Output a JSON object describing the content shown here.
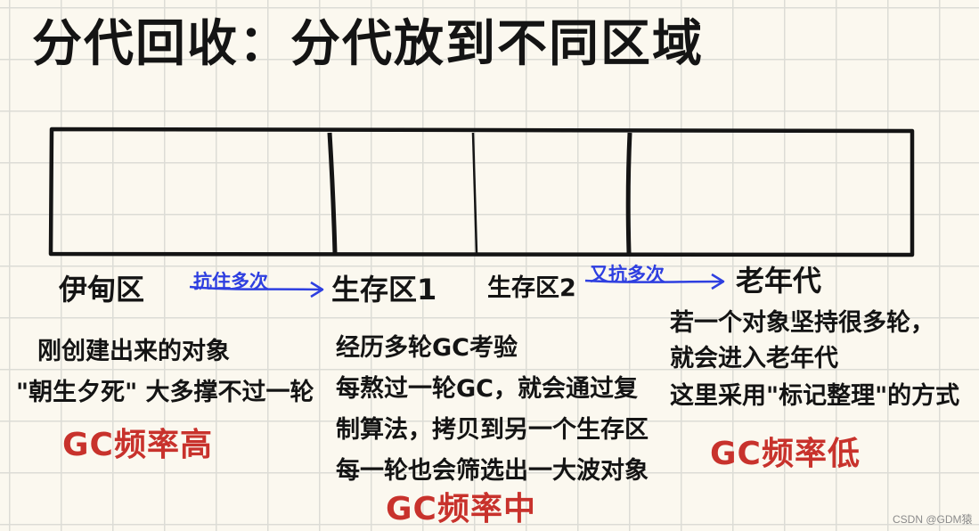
{
  "title": "分代回收：分代放到不同区域",
  "regions": [
    {
      "label": "伊甸区",
      "notes": [
        "刚创建出来的对象",
        "\"朝生夕死\" 大多撑不过一轮"
      ],
      "frequency": "GC频率高"
    },
    {
      "label": "生存区1",
      "notes": [
        "经历多轮GC考验",
        "每熬过一轮GC，就会通过复",
        "制算法，拷贝到另一个生存区",
        "每一轮也会筛选出一大波对象"
      ],
      "frequency": "GC频率中"
    },
    {
      "label": "生存区2"
    },
    {
      "label": "老年代",
      "notes": [
        "若一个对象坚持很多轮，",
        "就会进入老年代",
        "这里采用\"标记整理\"的方式"
      ],
      "frequency": "GC频率低"
    }
  ],
  "arrows": [
    {
      "label": "抗住多次"
    },
    {
      "label": "又抗多次"
    }
  ],
  "watermark": "CSDN @GDM猿",
  "colors": {
    "ink": "#141414",
    "arrow": "#2e3fe0",
    "frequency": "#c8322c",
    "grid": "#dcdcd6"
  }
}
